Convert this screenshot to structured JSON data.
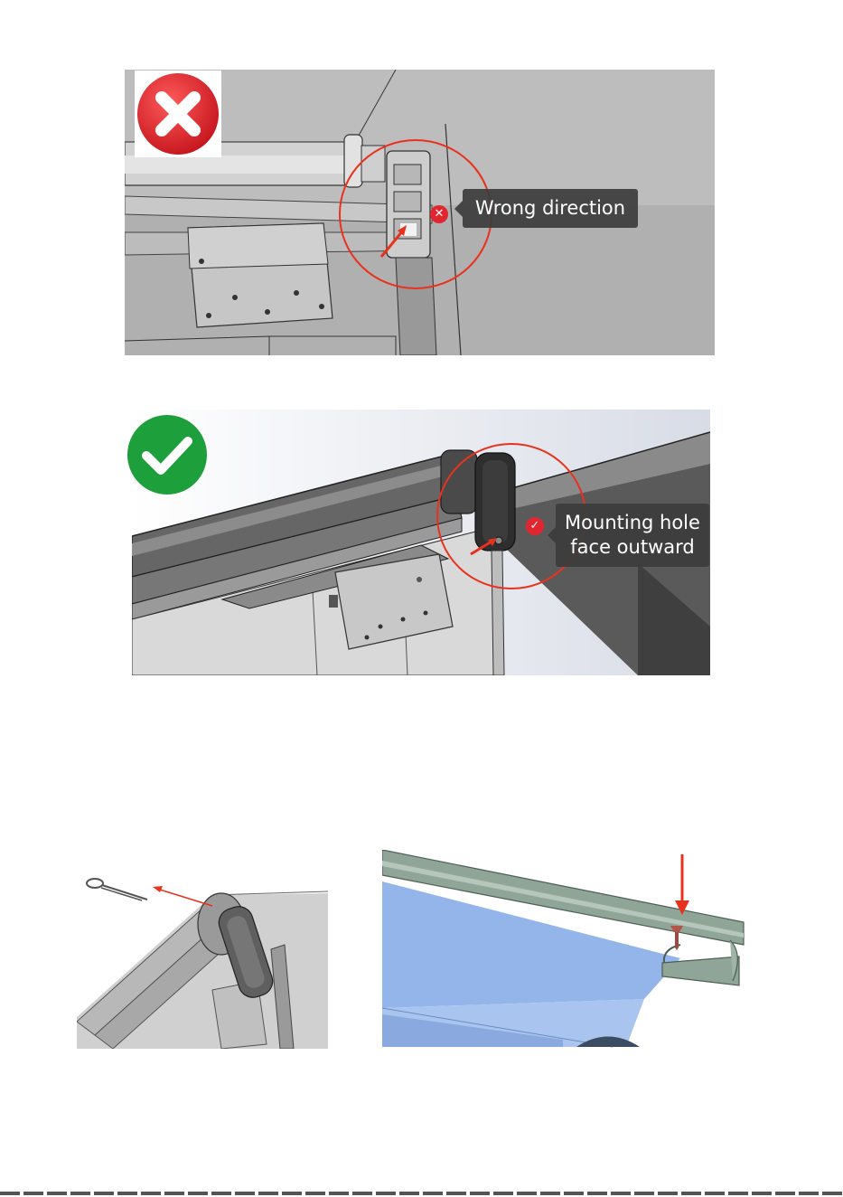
{
  "panels": {
    "wrong": {
      "callout_text": "Wrong direction",
      "badge_icon": "cross-icon",
      "marker_icon": "cross-dot-icon",
      "badge_color": "#e2262f"
    },
    "right": {
      "callout_line1": "Mounting hole",
      "callout_line2": "face outward",
      "badge_icon": "check-icon",
      "marker_icon": "check-dot-icon",
      "badge_color": "#1da03b"
    },
    "pin": {
      "icon": "cotter-pin-icon"
    },
    "rail": {
      "icon": "screw-icon"
    }
  },
  "colors": {
    "highlight": "#e8321e",
    "callout_bg": "#3c3c3c"
  }
}
